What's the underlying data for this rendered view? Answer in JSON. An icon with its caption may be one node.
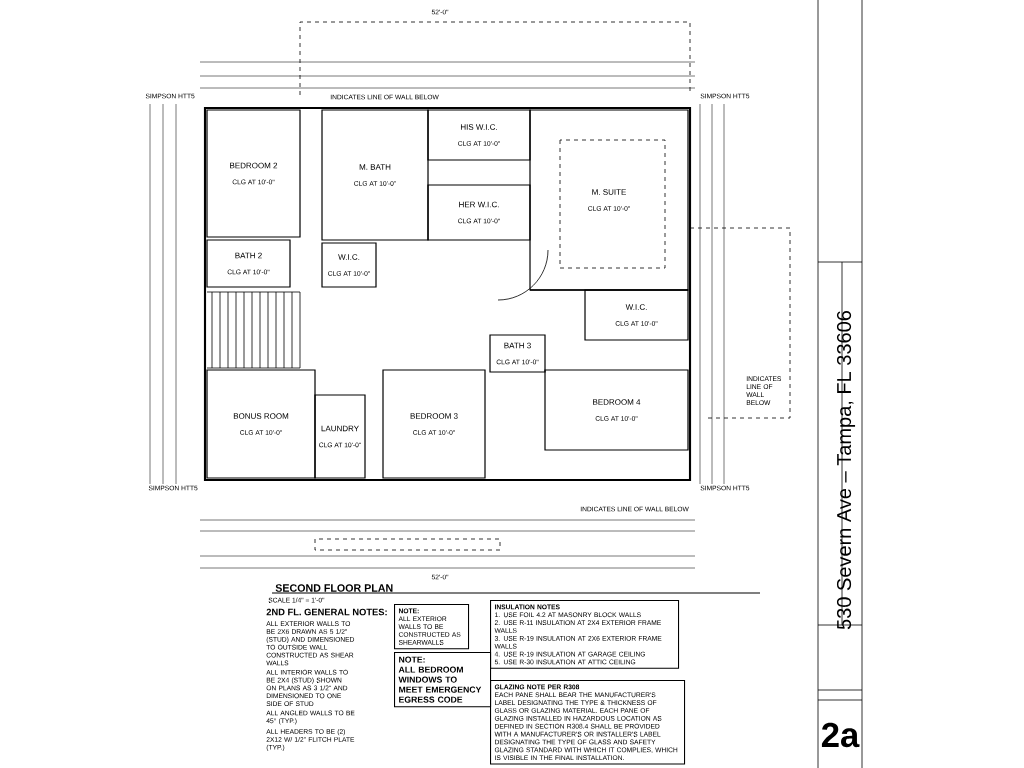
{
  "diagram": {
    "title": "SECOND FLOOR PLAN",
    "nodes": [
      {
        "text": [
          "BEDROOM 2",
          "CLG AT 10'-0\""
        ]
      },
      {
        "text": [
          "M. BATH",
          "CLG AT 10'-0\""
        ]
      },
      {
        "text": [
          "HIS W.I.C.",
          "CLG AT 10'-0\""
        ]
      },
      {
        "text": [
          "HER W.I.C.",
          "CLG AT 10'-0\""
        ]
      },
      {
        "text": [
          "M. SUITE",
          "CLG AT 10'-0\""
        ]
      },
      {
        "text": [
          "BATH 2",
          "CLG AT 10'-0\""
        ]
      },
      {
        "text": [
          "W.I.C.",
          "CLG AT 10'-0\""
        ]
      },
      {
        "text": [
          "W.I.C.",
          "CLG AT 10'-0\""
        ]
      },
      {
        "text": [
          "BATH 3",
          "CLG AT 10'-0\""
        ]
      },
      {
        "text": [
          "BONUS ROOM",
          "CLG AT 10'-0\""
        ]
      },
      {
        "text": [
          "LAUNDRY",
          "CLG AT 10'-0\""
        ]
      },
      {
        "text": [
          "BEDROOM 3",
          "CLG AT 10'-0\""
        ]
      },
      {
        "text": [
          "BEDROOM 4",
          "CLG AT 10'-0\""
        ]
      },
      {
        "text": [
          "NOTE:",
          "ALL EXTERIOR WALLS TO BE CONSTRUCTED AS SHEARWALLS"
        ]
      },
      {
        "text": [
          "NOTE:",
          "ALL BEDROOM WINDOWS TO MEET EMERGENCY EGRESS CODE"
        ]
      },
      {
        "text": [
          "INSULATION NOTES",
          "1. USE FOIL 4.2 AT MASONRY BLOCK WALLS",
          "2. USE R-11 INSULATION AT 2X4 EXTERIOR FRAME WALLS",
          "3. USE R-19 INSULATION AT 2X6 EXTERIOR FRAME WALLS",
          "4. USE R-19 INSULATION AT GARAGE CEILING",
          "5. USE R-30 INSULATION AT ATTIC CEILING"
        ]
      },
      {
        "text": [
          "GLAZING NOTE PER R308",
          "EACH PANE SHALL BEAR THE MANUFACTURER'S LABEL DESIGNATING THE TYPE & THICKNESS OF GLASS OR GLAZING MATERIAL. EACH PANE OF GLAZING INSTALLED IN HAZARDOUS LOCATION AS DEFINED IN SECTION R308.4 SHALL BE PROVIDED WITH A MANUFACTURER'S OR INSTALLER'S LABEL DESIGNATING THE TYPE OF GLASS AND SAFETY GLAZING STANDARD WITH WHICH IT COMPLIES, WHICH IS VISIBLE IN THE FINAL INSTALLATION."
        ]
      }
    ],
    "labels": [
      "SCALE 1/4\" = 1'-0\"",
      "2ND FL. GENERAL NOTES:",
      "ALL EXTERIOR WALLS TO BE 2X6 DRAWN AS 5 1/2\" (STUD) AND DIMENSIONED TO OUTSIDE WALL CONSTRUCTED AS SHEAR WALLS",
      "ALL INTERIOR WALLS TO BE 2X4 (STUD) SHOWN ON PLANS AS 3 1/2\" AND DIMENSIONED TO ONE SIDE OF STUD",
      "ALL ANGLED WALLS TO BE 45° (TYP.)",
      "ALL HEADERS TO BE (2) 2X12 W/ 1/2\" FLITCH PLATE (TYP.)",
      "INDICATES LINE OF WALL BELOW",
      "INDICATES LINE OF WALL BELOW",
      "INDICATES LINE OF WALL BELOW",
      "SIMPSON HTT5",
      "SIMPSON HTT5",
      "SIMPSON HTT5",
      "SIMPSON HTT5",
      "52'-0\"",
      "52'-0\"",
      "530 Severn Ave – Tampa, FL 33606",
      "2a"
    ]
  }
}
